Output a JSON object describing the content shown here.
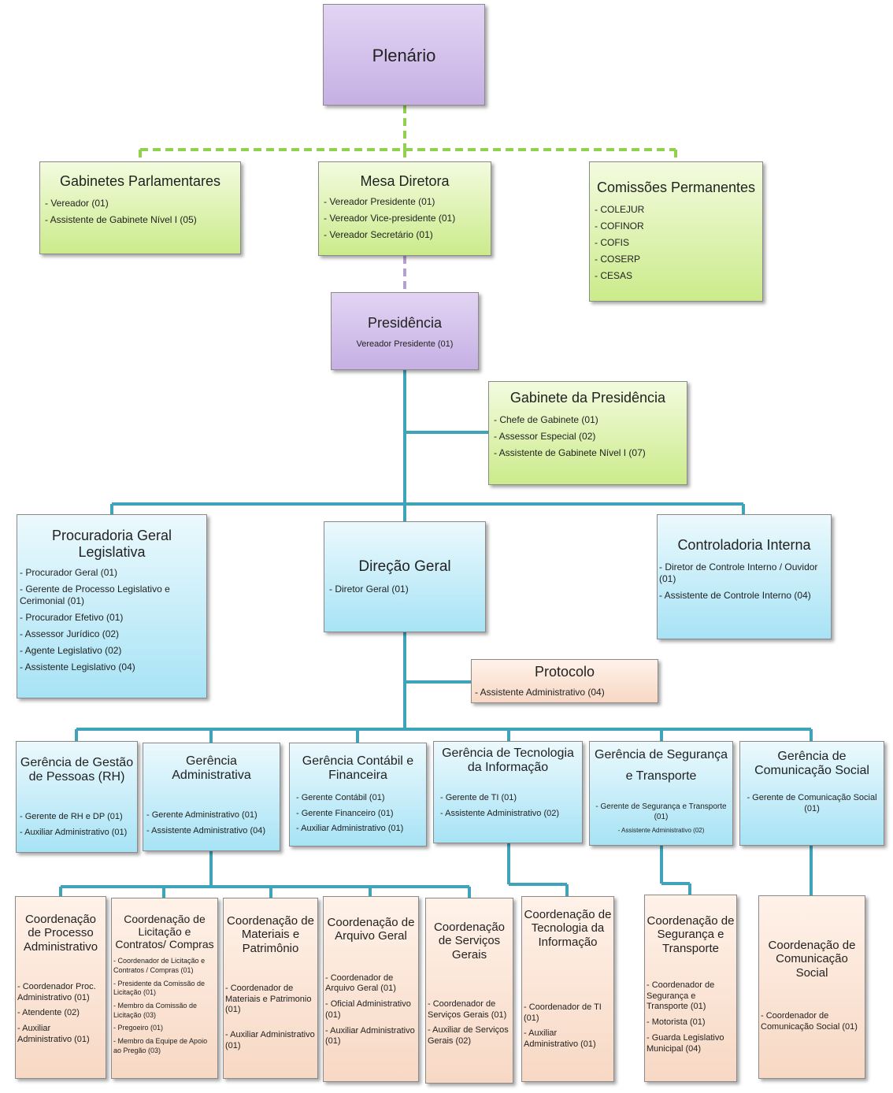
{
  "plenario": {
    "title": "Plenário"
  },
  "gabinetes": {
    "title": "Gabinetes Parlamentares",
    "items": [
      "- Vereador (01)",
      "- Assistente de Gabinete Nível I (05)"
    ]
  },
  "mesa": {
    "title": "Mesa Diretora",
    "items": [
      "- Vereador Presidente (01)",
      "- Vereador Vice-presidente (01)",
      "- Vereador Secretário (01)"
    ]
  },
  "comissoes": {
    "title": "Comissões Permanentes",
    "items": [
      "- COLEJUR",
      "- COFINOR",
      "- COFIS",
      "- COSERP",
      "- CESAS"
    ]
  },
  "presidencia": {
    "title": "Presidência",
    "items": [
      "Vereador Presidente (01)"
    ]
  },
  "gabinete_presidencia": {
    "title": "Gabinete da Presidência",
    "items": [
      "- Chefe de Gabinete (01)",
      "- Assessor Especial (02)",
      "- Assistente de Gabinete Nível I (07)"
    ]
  },
  "procuradoria": {
    "title": "Procuradoria Geral Legislativa",
    "items": [
      "- Procurador Geral (01)",
      "- Gerente de Processo Legislativo e Cerimonial (01)",
      "- Procurador Efetivo (01)",
      "- Assessor Jurídico (02)",
      "- Agente Legislativo (02)",
      "- Assistente Legislativo (04)"
    ]
  },
  "direcao": {
    "title": "Direção Geral",
    "items": [
      "- Diretor Geral (01)"
    ]
  },
  "controladoria": {
    "title": "Controladoria Interna",
    "items": [
      "- Diretor de Controle Interno / Ouvidor (01)",
      "- Assistente de Controle Interno (04)"
    ]
  },
  "protocolo": {
    "title": "Protocolo",
    "items": [
      "- Assistente Administrativo (04)"
    ]
  },
  "ger_rh": {
    "title": "Gerência de Gestão de Pessoas (RH)",
    "items": [
      "- Gerente de RH e DP (01)",
      "- Auxiliar Administrativo (01)"
    ]
  },
  "ger_adm": {
    "title": "Gerência Administrativa",
    "items": [
      "- Gerente Administrativo (01)",
      "- Assistente Administrativo (04)"
    ]
  },
  "ger_cont": {
    "title": "Gerência Contábil e Financeira",
    "items": [
      "- Gerente Contábil (01)",
      "- Gerente Financeiro (01)",
      "- Auxiliar Administrativo (01)"
    ]
  },
  "ger_ti": {
    "title": "Gerência de Tecnologia da Informação",
    "items": [
      "- Gerente de TI (01)",
      "- Assistente Administrativo (02)"
    ]
  },
  "ger_seg": {
    "title": "Gerência de Segurança e Transporte",
    "items": [
      "- Gerente de Segurança e Transporte (01)",
      "- Assistente Administrativo (02)"
    ]
  },
  "ger_com": {
    "title": "Gerência de Comunicação Social",
    "items": [
      "- Gerente de Comunicação Social (01)"
    ]
  },
  "coord_proc": {
    "title": "Coordenação de Processo Administrativo",
    "items": [
      "- Coordenador Proc. Administrativo (01)",
      "- Atendente (02)",
      "- Auxiliar Administrativo (01)"
    ]
  },
  "coord_lic": {
    "title": "Coordenação de Licitação e Contratos/ Compras",
    "items": [
      "- Coordenador de Licitação e Contratos / Compras (01)",
      "- Presidente da Comissão de Licitação (01)",
      "- Membro da Comissão de Licitação (03)",
      "- Pregoeiro (01)",
      "- Membro da Equipe de Apoio ao Pregão (03)"
    ]
  },
  "coord_mat": {
    "title": "Coordenação de Materiais e Patrimônio",
    "items": [
      "- Coordenador de Materiais e Patrimonio (01)",
      "- Auxiliar Administrativo (01)"
    ]
  },
  "coord_arq": {
    "title": "Coordenação de Arquivo Geral",
    "items": [
      "- Coordenador de Arquivo Geral (01)",
      "- Oficial Administrativo (01)",
      "- Auxiliar Administrativo (01)"
    ]
  },
  "coord_serv": {
    "title": "Coordenação de Serviços Gerais",
    "items": [
      "- Coordenador de Serviços Gerais (01)",
      "- Auxiliar de Serviços Gerais (02)"
    ]
  },
  "coord_ti": {
    "title": "Coordenação de Tecnologia da Informação",
    "items": [
      "- Coordenador de TI (01)",
      "- Auxiliar Administrativo (01)"
    ]
  },
  "coord_seg": {
    "title": "Coordenação de Segurança e Transporte",
    "items": [
      "- Coordenador de Segurança e Transporte (01)",
      "- Motorista (01)",
      "- Guarda Legislativo Municipal (04)"
    ]
  },
  "coord_com": {
    "title": "Coordenação de Comunicação Social",
    "items": [
      "- Coordenador de Comunicação Social (01)"
    ]
  },
  "colors": {
    "connector_main": "#3fa3b9",
    "connector_top": "#92d050",
    "connector_dashed": "#b4a1d2"
  }
}
